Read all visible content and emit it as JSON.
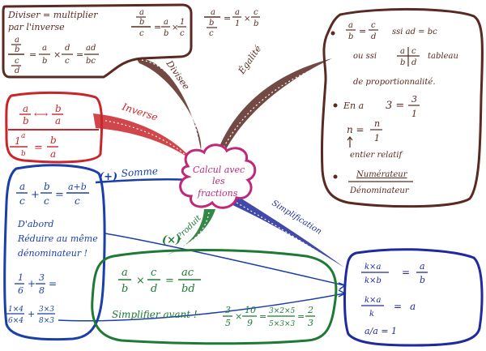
{
  "center": {
    "line1": "Calcul avec",
    "line2": "les",
    "line3": "fractions"
  },
  "branches": {
    "divisee": "Divisee",
    "egalite": "Égalité",
    "inverse": "Inverse",
    "somme": "Somme",
    "produit": "Produit",
    "simplification": "Simplification"
  },
  "divisee_box": {
    "title_1": "Diviser = multiplier",
    "title_2": "par l'inverse",
    "formula_a": "a",
    "formula_b": "b",
    "formula_c": "c",
    "formula_d": "d",
    "formula_ad": "ad",
    "formula_bc": "bc",
    "formula_1": "1",
    "formula_times": "×",
    "formula_eq": "=",
    "formula_slash": "/"
  },
  "egalite_box": {
    "ssi_1": "ssi  ad = bc",
    "ou_ssi": "ou ssi",
    "tableau": "tableau",
    "proportionnalite": "de proportionnalité.",
    "bullet_1": "En a   3 = 3/1",
    "n_eq": "n = n/1",
    "entier": "entier relatif",
    "numerateur": "Numérateur",
    "denominateur": "Dénominateur"
  },
  "inverse_box": {
    "arrow": "⟷"
  },
  "somme_box": {
    "intro_1": "D'abord",
    "intro_2": "Réduire au même",
    "intro_3": "dénominateur !",
    "ab": "a+b"
  },
  "produit_box": {
    "simplifier": "Simplifier avant !",
    "ac": "ac",
    "bd": "bd"
  },
  "simplification_box": {
    "kxa": "k×a",
    "kxb": "k×b",
    "a_over_a": "a/a = 1"
  },
  "colors": {
    "brown": "#5a2a22",
    "red": "#c8262b",
    "blue": "#1a3fa8",
    "green": "#1e7a32",
    "navy": "#202a9c",
    "pink": "#c0287a"
  }
}
